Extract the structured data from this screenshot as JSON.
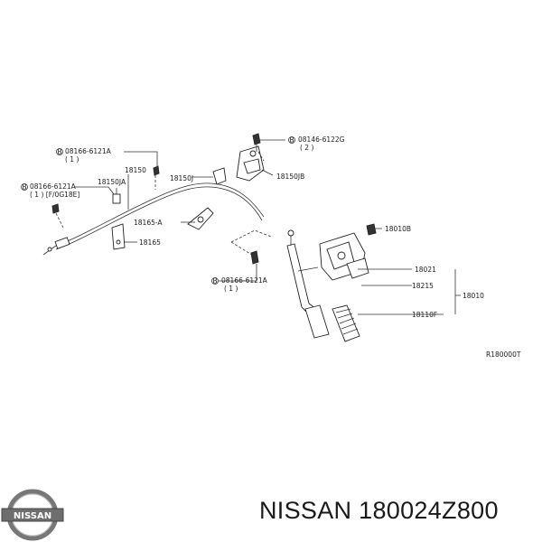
{
  "diagram": {
    "labels": {
      "bolt_top_left": "08166-6121A",
      "bolt_top_left_qty": "( 1 )",
      "cable": "18150",
      "bracket_ja": "18150JA",
      "bolt_left": "08166-6121A",
      "bolt_left_note": "( 1 ) [F/0G18E]",
      "bracket_j": "18150J",
      "bracket_jb": "18150JB",
      "bolt_top_right": "08146-6122G",
      "bolt_top_right_qty": "( 2 )",
      "clip_a": "18165-A",
      "clip": "18165",
      "nut": "18010B",
      "bolt_bottom": "08166-6121A",
      "bolt_bottom_qty": "( 1 )",
      "pedal_arm": "18021",
      "pedal_bracket": "18215",
      "pedal_assy": "18010",
      "pedal_pad": "18110F",
      "figure_code": "R180000T"
    }
  },
  "brand": {
    "logo_text": "NISSAN",
    "caption": "NISSAN 180024Z800"
  }
}
